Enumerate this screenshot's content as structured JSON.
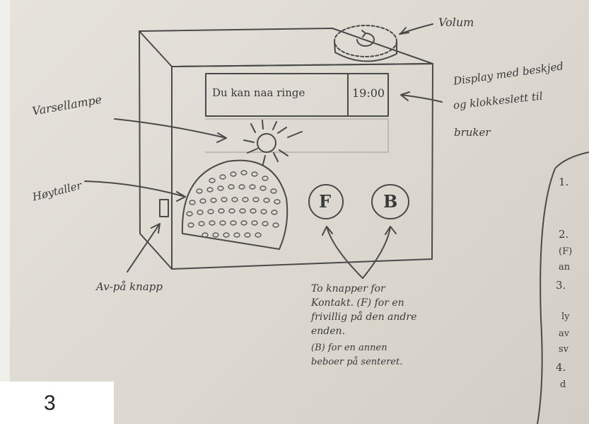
{
  "sketch": {
    "display_text": "Du kan naa ringe",
    "display_time": "19:00",
    "button_f": "F",
    "button_b": "B"
  },
  "annotations": {
    "volum": "Volum",
    "display_1": "Display med beskjed",
    "display_2": "og klokkeslett til",
    "display_3": "bruker",
    "varsellampe": "Varsellampe",
    "hoytaller": "Høytaller",
    "av_pa": "Av-på knapp",
    "knapper_1": "To knapper for",
    "knapper_2": "Kontakt. (F) for en",
    "knapper_3": "frivillig på den andre",
    "knapper_4": "enden.",
    "knapper_5": "(B) for en annen",
    "knapper_6": "beboer på senteret."
  },
  "side_list": {
    "items": [
      "1.",
      "2.",
      "(F)",
      "an",
      "3.",
      "ly",
      "av",
      "sv",
      "4.",
      "d"
    ]
  },
  "page_number": "3",
  "colors": {
    "paper": "#dcd8d0",
    "pencil": "#3a3a3a",
    "card": "#ffffff"
  }
}
